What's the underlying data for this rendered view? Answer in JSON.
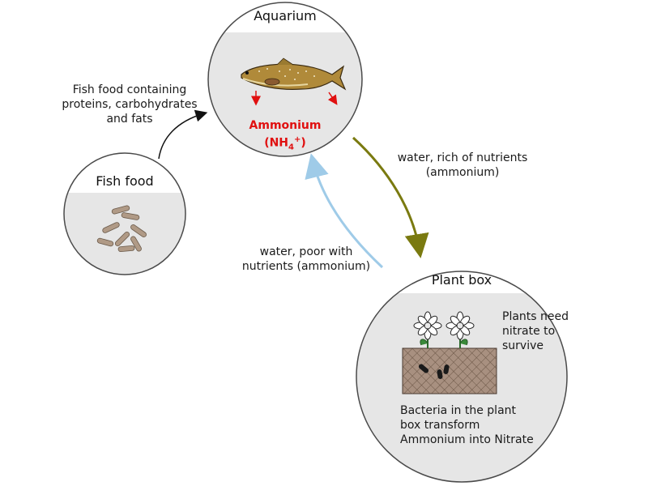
{
  "aquarium": {
    "title": "Aquarium",
    "ammonium_label": "Ammonium",
    "ammonium_formula_prefix": "(NH",
    "ammonium_formula_sub": "4",
    "ammonium_formula_sup": "+",
    "ammonium_formula_suffix": ")"
  },
  "fish_food": {
    "title": "Fish food"
  },
  "plant_box": {
    "title": "Plant box",
    "plants_note": [
      "Plants need",
      "nitrate to",
      "survive"
    ],
    "bacteria_note": [
      "Bacteria in the plant",
      "box transform",
      "Ammonium into Nitrate"
    ]
  },
  "arrows": {
    "food_to_aquarium": [
      "Fish food containing",
      "proteins, carbohydrates",
      "and fats"
    ],
    "aquarium_to_plants": [
      "water, rich of nutrients",
      "(ammonium)"
    ],
    "plants_to_aquarium": [
      "water, poor with",
      "nutrients (ammonium)"
    ]
  },
  "colors": {
    "circle_fill": "#e6e6e6",
    "header_fill": "#ffffff",
    "circle_stroke": "#4a4a4a",
    "ammonium_red": "#e01010",
    "rich_arrow": "#7a7a10",
    "poor_arrow": "#9fcbe8",
    "food_arrow": "#111111",
    "food_pellet": "#b09a86",
    "soil_fill": "#a08a7a"
  }
}
